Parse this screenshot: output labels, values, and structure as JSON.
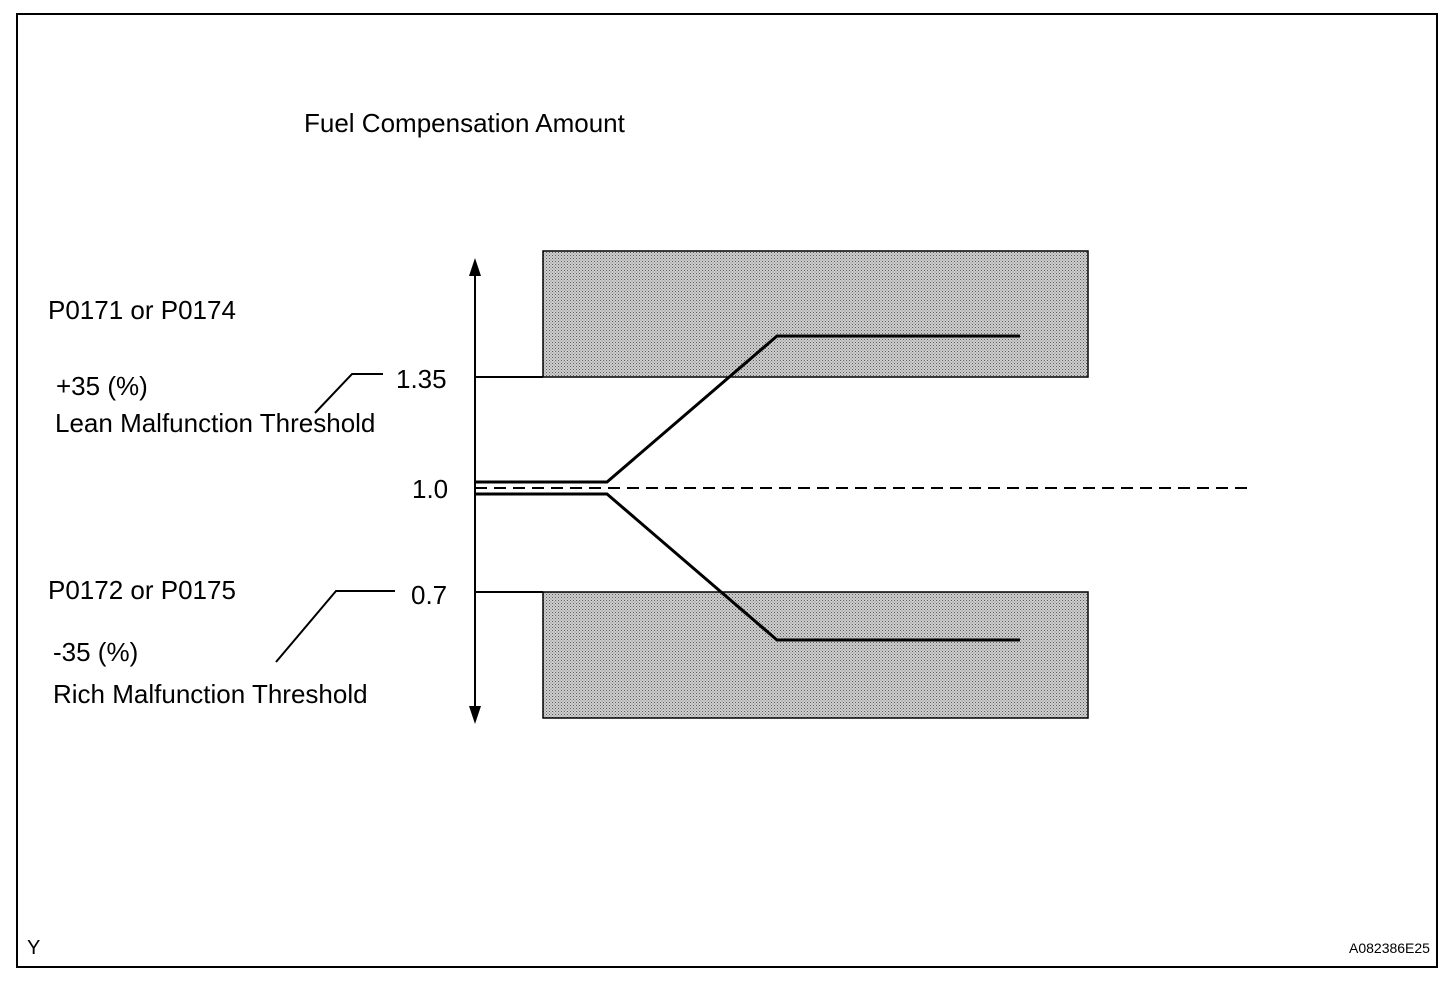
{
  "title": "Fuel Compensation Amount",
  "lean": {
    "code": "P0171 or P0174",
    "percent": "+35 (%)",
    "threshold": "Lean Malfunction Threshold",
    "value_label": "1.35"
  },
  "center": {
    "value_label": "1.0"
  },
  "rich": {
    "code": "P0172 or P0175",
    "percent": "-35 (%)",
    "threshold": "Rich Malfunction Threshold",
    "value_label": "0.7"
  },
  "corner_left": "Y",
  "figure_id": "A082386E25",
  "colors": {
    "line": "#000000",
    "zone_fill": "#bdbdbd",
    "background": "#ffffff"
  }
}
